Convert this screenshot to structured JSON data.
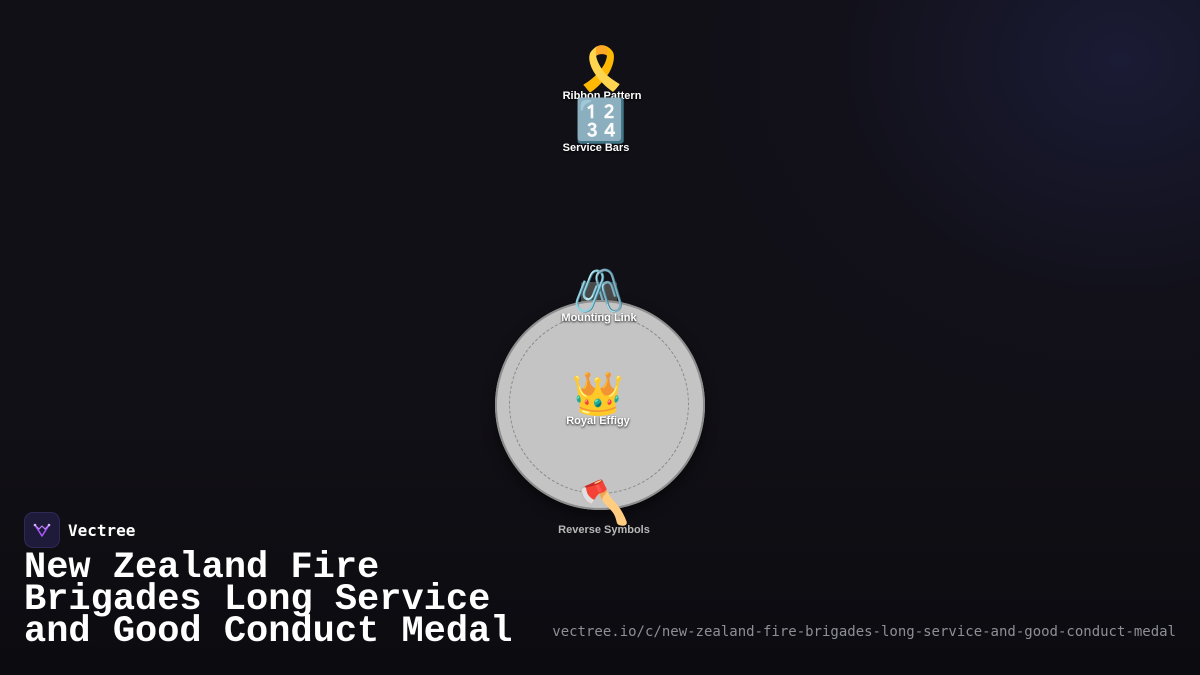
{
  "diagram": {
    "nodes": [
      {
        "id": "ribbon",
        "icon": "ribbon-icon",
        "emoji": "🎗️",
        "label": "Ribbon Pattern"
      },
      {
        "id": "bars",
        "icon": "numbers-keycap-icon",
        "emoji": "🔢",
        "label": "Service Bars"
      },
      {
        "id": "link",
        "icon": "paperclip-icon",
        "emoji": "🖇️",
        "label": "Mounting Link"
      },
      {
        "id": "effigy",
        "icon": "crown-icon",
        "emoji": "👑",
        "label": "Royal Effigy"
      },
      {
        "id": "reverse",
        "icon": "axe-icon",
        "emoji": "🪓",
        "label": "Reverse Symbols"
      }
    ],
    "colors": {
      "disc": "#c4c4c4",
      "background": "#111016",
      "mount": "#4a4a4a"
    }
  },
  "brand": {
    "name": "Vectree",
    "logo_icon": "vectree-logo-icon",
    "accent": "#a855f7"
  },
  "title": "New Zealand Fire Brigades Long Service and Good Conduct Medal",
  "url": "vectree.io/c/new-zealand-fire-brigades-long-service-and-good-conduct-medal"
}
